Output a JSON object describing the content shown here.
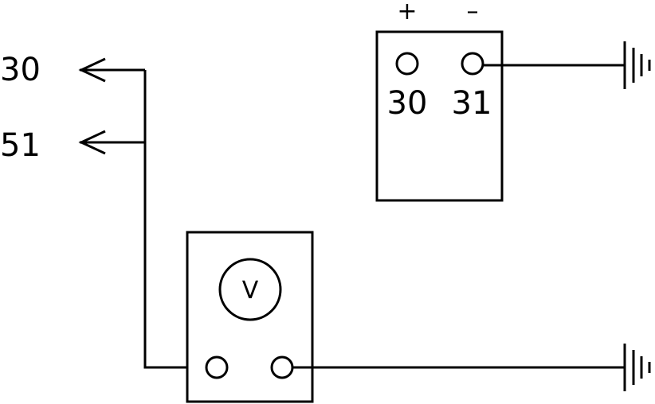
{
  "wires": {
    "terminal_30_label": "30",
    "terminal_51_label": "51"
  },
  "battery": {
    "plus_sign": "+",
    "minus_sign": "–",
    "positive_terminal_label": "30",
    "negative_terminal_label": "31"
  },
  "voltmeter": {
    "symbol": "V"
  },
  "icons": [
    "arrow-left-icon",
    "ground-icon",
    "voltmeter-icon"
  ]
}
